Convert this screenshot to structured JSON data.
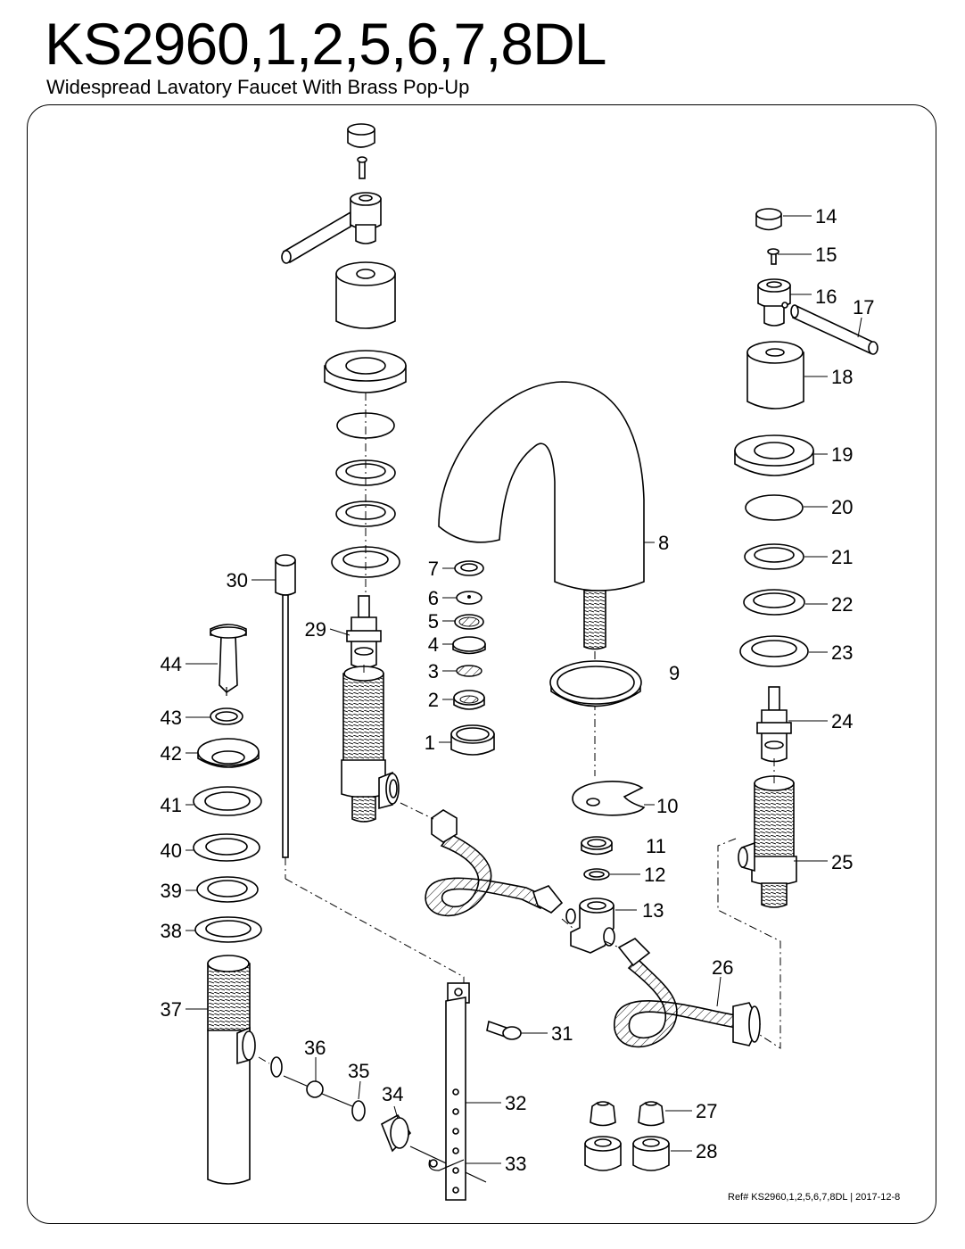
{
  "header": {
    "title": "KS2960,1,2,5,6,7,8DL",
    "subtitle": "Widespread Lavatory Faucet With Brass Pop-Up"
  },
  "footer": {
    "reference": "Ref# KS2960,1,2,5,6,7,8DL | 2017-12-8"
  },
  "callouts": {
    "p1": "1",
    "p2": "2",
    "p3": "3",
    "p4": "4",
    "p5": "5",
    "p6": "6",
    "p7": "7",
    "p8": "8",
    "p9": "9",
    "p10": "10",
    "p11": "11",
    "p12": "12",
    "p13": "13",
    "p14": "14",
    "p15": "15",
    "p16": "16",
    "p17": "17",
    "p18": "18",
    "p19": "19",
    "p20": "20",
    "p21": "21",
    "p22": "22",
    "p23": "23",
    "p24": "24",
    "p25": "25",
    "p26": "26",
    "p27": "27",
    "p28": "28",
    "p29": "29",
    "p30": "30",
    "p31": "31",
    "p32": "32",
    "p33": "33",
    "p34": "34",
    "p35": "35",
    "p36": "36",
    "p37": "37",
    "p38": "38",
    "p39": "39",
    "p40": "40",
    "p41": "41",
    "p42": "42",
    "p43": "43",
    "p44": "44"
  }
}
